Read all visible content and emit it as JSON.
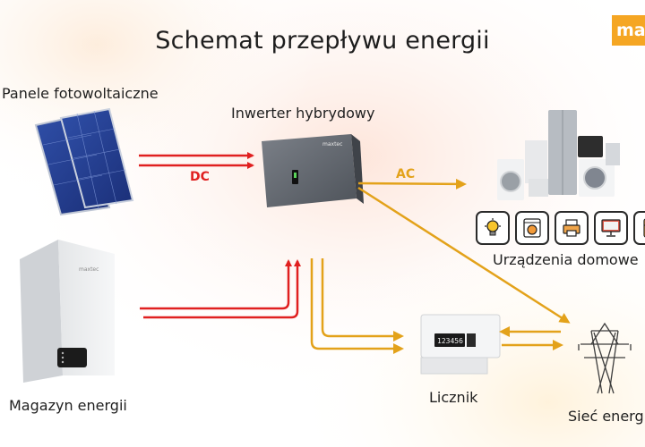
{
  "title": "Schemat przepływu energii",
  "brand": "ma",
  "nodes": {
    "solar_panels": "Panele fotowoltaiczne",
    "inverter": "Inwerter hybrydowy",
    "appliances": "Urządzenia domowe",
    "storage": "Magazyn energii",
    "meter": "Licznik",
    "grid": "Sieć energ"
  },
  "device_brand": "maxtec",
  "meter_display": "123456",
  "flows": {
    "dc_label": "DC",
    "ac_label": "AC"
  },
  "colors": {
    "dc": "#e02020",
    "ac": "#e3a21a",
    "brand": "#f5a623"
  },
  "appliance_icons": [
    "bulb-icon",
    "washer-icon",
    "printer-icon",
    "monitor-icon",
    "fridge-icon"
  ]
}
